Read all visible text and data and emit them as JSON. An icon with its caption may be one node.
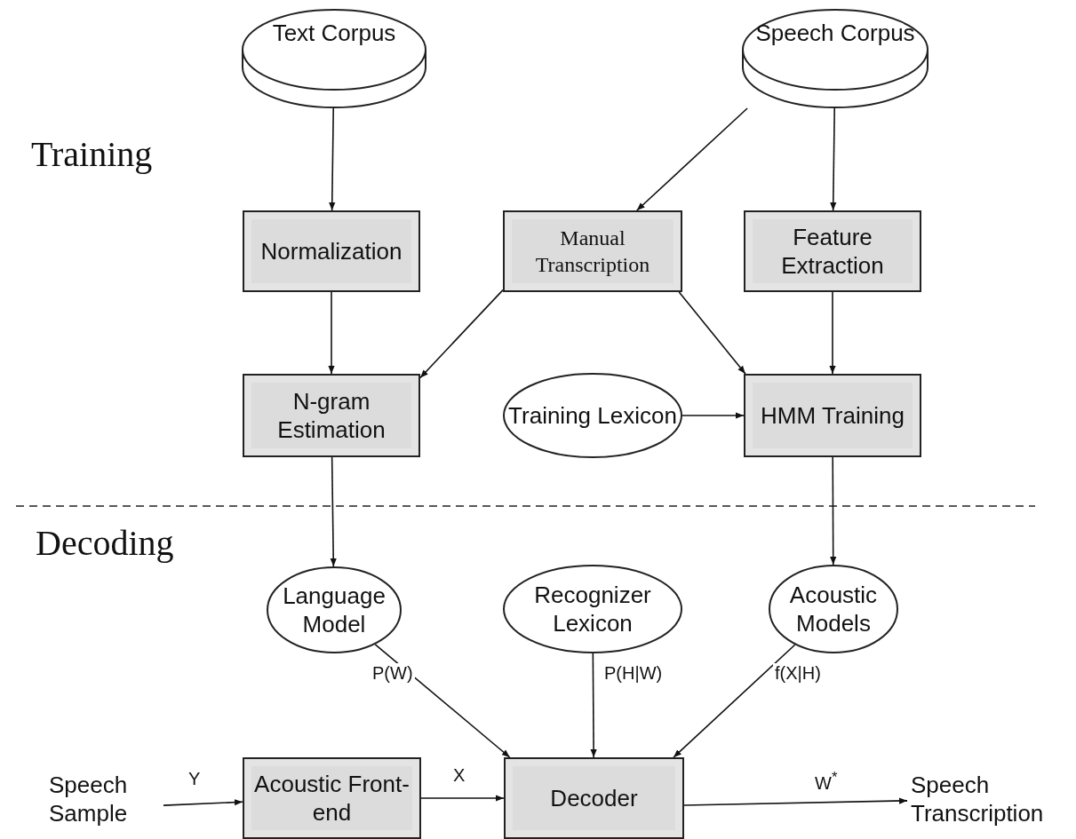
{
  "diagram": {
    "nodes": [
      {
        "text": [
          "Text Corpus"
        ]
      },
      {
        "text": [
          "Speech Corpus"
        ]
      },
      {
        "text": [
          "Normalization"
        ]
      },
      {
        "text": [
          "Manual Transcription"
        ]
      },
      {
        "text": [
          "Feature Extraction"
        ]
      },
      {
        "text": [
          "N-gram Estimation"
        ]
      },
      {
        "text": [
          "Training Lexicon"
        ]
      },
      {
        "text": [
          "HMM Training"
        ]
      },
      {
        "text": [
          "Language Model"
        ]
      },
      {
        "text": [
          "Recognizer Lexicon"
        ]
      },
      {
        "text": [
          "Acoustic Models"
        ]
      },
      {
        "text": [
          "Speech Sample"
        ]
      },
      {
        "text": [
          "Acoustic Front-end"
        ]
      },
      {
        "text": [
          "Decoder"
        ]
      },
      {
        "text": [
          "Speech Transcription"
        ]
      }
    ],
    "edges": [
      {
        "from": 0,
        "to": 2,
        "arrow": "to"
      },
      {
        "from": 1,
        "to": 3,
        "arrow": "to"
      },
      {
        "from": 1,
        "to": 4,
        "arrow": "to"
      },
      {
        "from": 2,
        "to": 5,
        "arrow": "to"
      },
      {
        "from": 3,
        "to": 5,
        "arrow": "to"
      },
      {
        "from": 3,
        "to": 7,
        "arrow": "to"
      },
      {
        "from": 4,
        "to": 7,
        "arrow": "to"
      },
      {
        "from": 6,
        "to": 7,
        "arrow": "to"
      },
      {
        "from": 5,
        "to": 8,
        "arrow": "to"
      },
      {
        "from": 7,
        "to": 10,
        "arrow": "to"
      },
      {
        "from": 8,
        "to": 13,
        "arrow": "to",
        "label": "P(W)"
      },
      {
        "from": 9,
        "to": 13,
        "arrow": "to",
        "label": "P(H|W)"
      },
      {
        "from": 10,
        "to": 13,
        "arrow": "to",
        "label": "f(X|H)"
      },
      {
        "from": 11,
        "to": 12,
        "arrow": "to",
        "label": "Y"
      },
      {
        "from": 12,
        "to": 13,
        "arrow": "to",
        "label": "X"
      },
      {
        "from": 13,
        "to": 14,
        "arrow": "to",
        "label": "W$^{*}$"
      }
    ],
    "labels": [
      "Training",
      "Decoding"
    ]
  }
}
